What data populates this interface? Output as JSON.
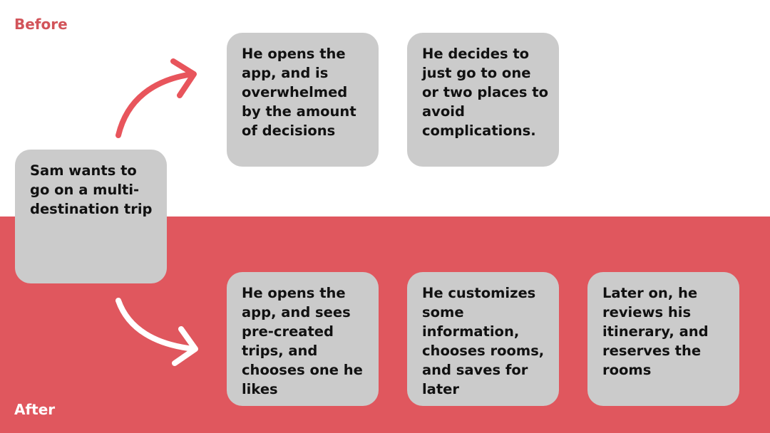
{
  "labels": {
    "before": "Before",
    "after": "After"
  },
  "start": {
    "text": "Sam wants to go on a multi-destination trip"
  },
  "before_steps": [
    {
      "text": "He opens the app, and is overwhelmed by the amount of decisions"
    },
    {
      "text": "He decides to just go to one or two places to avoid complications."
    }
  ],
  "after_steps": [
    {
      "text": "He opens the app, and sees pre-created trips, and chooses one he likes"
    },
    {
      "text": "He customizes some information, chooses rooms, and saves for later"
    },
    {
      "text": "Later on, he reviews his itinerary, and reserves the rooms"
    }
  ],
  "colors": {
    "accent": "#e0575e",
    "card": "#cbcbcb",
    "arrow_before": "#e8555c",
    "arrow_after": "#ffffff"
  },
  "icons": {
    "before_arrow": "curved-arrow-up-right-icon",
    "after_arrow": "curved-arrow-down-right-icon"
  }
}
